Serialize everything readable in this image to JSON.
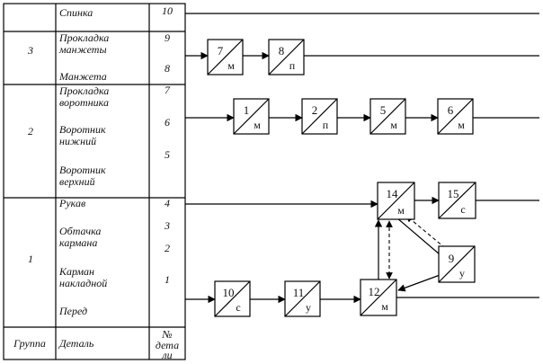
{
  "table": {
    "header": {
      "group": "Группа",
      "detail": "Деталь",
      "number": [
        "№",
        "дета",
        "ли"
      ]
    },
    "groups": [
      "3",
      "2",
      "1"
    ],
    "details": [
      [
        "Спинка"
      ],
      [
        "Прокладка",
        "манжеты"
      ],
      [
        "Манжета"
      ],
      [
        "Прокладка",
        "воротника"
      ],
      [
        "Воротник",
        "нижний"
      ],
      [
        "Воротник",
        "верхний"
      ],
      [
        "Рукав"
      ],
      [
        "Обтачка",
        "кармана"
      ],
      [
        "Карман",
        "накладной"
      ],
      [
        "Перед"
      ]
    ],
    "numbers": [
      "10",
      "9",
      "8",
      "7",
      "6",
      "5",
      "4",
      "3",
      "2",
      "1"
    ]
  },
  "nodes": [
    {
      "id": "n7",
      "num": "7",
      "op": "м"
    },
    {
      "id": "n8",
      "num": "8",
      "op": "п"
    },
    {
      "id": "n1",
      "num": "1",
      "op": "м"
    },
    {
      "id": "n2",
      "num": "2",
      "op": "п"
    },
    {
      "id": "n5",
      "num": "5",
      "op": "м"
    },
    {
      "id": "n6",
      "num": "6",
      "op": "м"
    },
    {
      "id": "n14",
      "num": "14",
      "op": "м"
    },
    {
      "id": "n15",
      "num": "15",
      "op": "с"
    },
    {
      "id": "n9",
      "num": "9",
      "op": "у"
    },
    {
      "id": "n10",
      "num": "10",
      "op": "с"
    },
    {
      "id": "n11",
      "num": "11",
      "op": "у"
    },
    {
      "id": "n12",
      "num": "12",
      "op": "м"
    }
  ]
}
